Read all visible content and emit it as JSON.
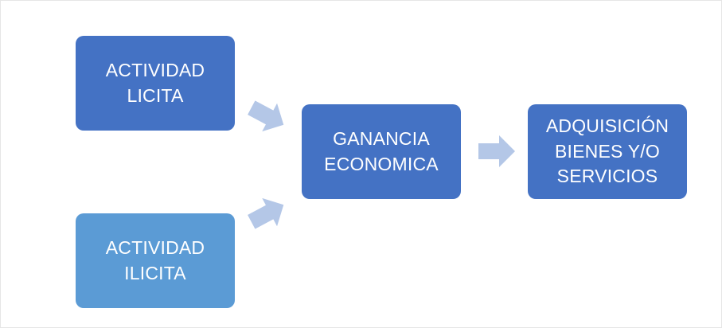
{
  "colors": {
    "box_dark": "#4472c4",
    "box_light": "#5b9bd5",
    "arrow": "#b4c7e7",
    "text": "#ffffff"
  },
  "nodes": {
    "actividad_licita": "ACTIVIDAD\nLICITA",
    "actividad_ilicita": "ACTIVIDAD\nILICITA",
    "ganancia_economica": "GANANCIA\nECONOMICA",
    "adquisicion": "ADQUISICIÓN\nBIENES Y/O\nSERVICIOS"
  },
  "arrows": [
    {
      "from": "actividad_licita",
      "to": "ganancia_economica",
      "icon": "arrow-right-icon"
    },
    {
      "from": "actividad_ilicita",
      "to": "ganancia_economica",
      "icon": "arrow-right-icon"
    },
    {
      "from": "ganancia_economica",
      "to": "adquisicion",
      "icon": "arrow-right-icon"
    }
  ]
}
